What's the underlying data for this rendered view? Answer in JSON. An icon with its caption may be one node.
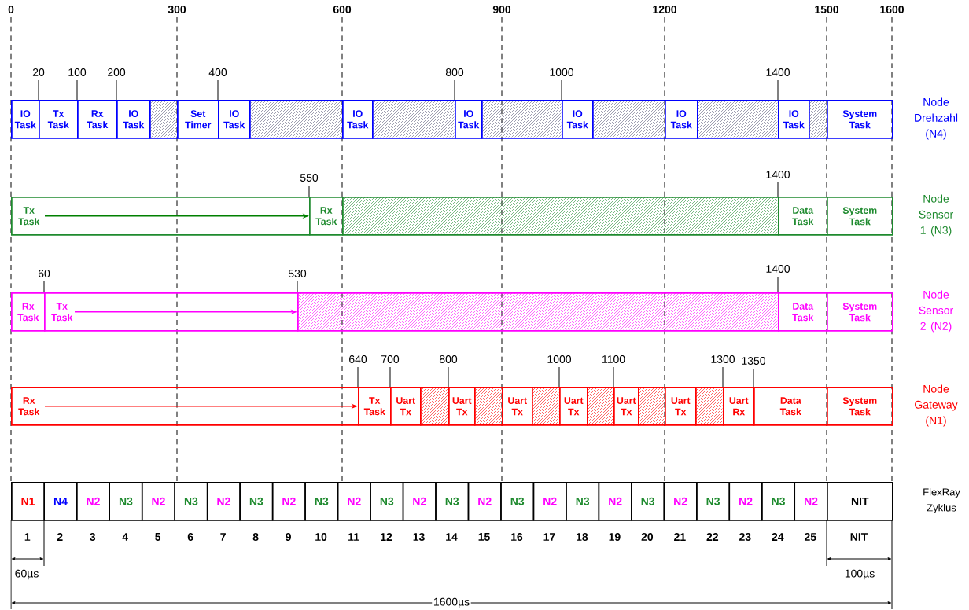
{
  "diagram": {
    "nodes": [
      {
        "text": [
          "Node Drehzahl (N4)"
        ]
      },
      {
        "text": [
          "IO Task"
        ],
        "in": 0
      },
      {
        "text": [
          "Tx Task"
        ],
        "beside": [
          "20"
        ],
        "in": 0
      },
      {
        "text": [
          "Rx Task"
        ],
        "beside": [
          "100"
        ],
        "in": 0
      },
      {
        "text": [
          "IO Task"
        ],
        "beside": [
          "200"
        ],
        "in": 0
      },
      {
        "text": [],
        "shape": "box",
        "in": 0
      },
      {
        "text": [
          "Set Timer"
        ],
        "in": 0
      },
      {
        "text": [
          "IO Task"
        ],
        "beside": [
          "400"
        ],
        "in": 0
      },
      {
        "text": [],
        "shape": "box",
        "in": 0
      },
      {
        "text": [
          "IO Task"
        ],
        "in": 0
      },
      {
        "text": [],
        "shape": "box",
        "in": 0
      },
      {
        "text": [
          "IO Task"
        ],
        "beside": [
          "800"
        ],
        "in": 0
      },
      {
        "text": [],
        "shape": "box",
        "in": 0
      },
      {
        "text": [
          "IO Task"
        ],
        "beside": [
          "1000"
        ],
        "in": 0
      },
      {
        "text": [],
        "shape": "box",
        "in": 0
      },
      {
        "text": [
          "IO Task"
        ],
        "in": 0
      },
      {
        "text": [],
        "shape": "box",
        "in": 0
      },
      {
        "text": [
          "IO Task"
        ],
        "beside": [
          "1400"
        ],
        "in": 0
      },
      {
        "text": [],
        "shape": "box",
        "in": 0
      },
      {
        "text": [
          "System Task"
        ],
        "in": 0
      },
      {
        "text": [
          "Node Sensor 1 (N3)"
        ]
      },
      {
        "text": [
          "Tx Task"
        ],
        "in": 20
      },
      {
        "text": [
          "Rx Task"
        ],
        "beside": [
          "550"
        ],
        "in": 20
      },
      {
        "text": [],
        "shape": "box",
        "in": 20
      },
      {
        "text": [
          "Data Task"
        ],
        "beside": [
          "1400"
        ],
        "in": 20
      },
      {
        "text": [
          "System Task"
        ],
        "in": 20
      },
      {
        "text": [
          "Node Sensor 2 (N2)"
        ]
      },
      {
        "text": [
          "Rx Task"
        ],
        "in": 26
      },
      {
        "text": [
          "Tx Task"
        ],
        "beside": [
          "60"
        ],
        "in": 26
      },
      {
        "text": [],
        "shape": "box",
        "beside": [
          "530"
        ],
        "in": 26
      },
      {
        "text": [
          "Data Task"
        ],
        "beside": [
          "1400"
        ],
        "in": 26
      },
      {
        "text": [
          "System Task"
        ],
        "in": 26
      },
      {
        "text": [
          "Node Gateway (N1)"
        ]
      },
      {
        "text": [
          "Rx Task"
        ],
        "in": 32
      },
      {
        "text": [
          "Tx Task"
        ],
        "beside": [
          "640"
        ],
        "in": 32
      },
      {
        "text": [
          "Uart Tx"
        ],
        "beside": [
          "700"
        ],
        "in": 32
      },
      {
        "text": [],
        "shape": "box",
        "in": 32
      },
      {
        "text": [
          "Uart Tx"
        ],
        "beside": [
          "800"
        ],
        "in": 32
      },
      {
        "text": [],
        "shape": "box",
        "in": 32
      },
      {
        "text": [
          "Uart Tx"
        ],
        "in": 32
      },
      {
        "text": [],
        "shape": "box",
        "in": 32
      },
      {
        "text": [
          "Uart Tx"
        ],
        "beside": [
          "1000"
        ],
        "in": 32
      },
      {
        "text": [],
        "shape": "box",
        "in": 32
      },
      {
        "text": [
          "Uart Tx"
        ],
        "beside": [
          "1100"
        ],
        "in": 32
      },
      {
        "text": [],
        "shape": "box",
        "in": 32
      },
      {
        "text": [
          "Uart Tx"
        ],
        "in": 32
      },
      {
        "text": [],
        "shape": "box",
        "in": 32
      },
      {
        "text": [
          "Uart Rx"
        ],
        "beside": [
          "1300"
        ],
        "in": 32
      },
      {
        "text": [
          "Data Task"
        ],
        "beside": [
          "1350"
        ],
        "in": 32
      },
      {
        "text": [
          "System Task"
        ],
        "in": 32
      },
      {
        "text": [
          "FlexRay Zyklus"
        ]
      },
      {
        "text": [
          "N1"
        ],
        "in": 50
      },
      {
        "text": [
          "N4"
        ],
        "in": 50
      },
      {
        "text": [
          "N2"
        ],
        "in": 50
      },
      {
        "text": [
          "N3"
        ],
        "in": 50
      },
      {
        "text": [
          "N2"
        ],
        "in": 50
      },
      {
        "text": [
          "N3"
        ],
        "in": 50
      },
      {
        "text": [
          "N2"
        ],
        "in": 50
      },
      {
        "text": [
          "N3"
        ],
        "in": 50
      },
      {
        "text": [
          "N2"
        ],
        "in": 50
      },
      {
        "text": [
          "N3"
        ],
        "in": 50
      },
      {
        "text": [
          "N2"
        ],
        "in": 50
      },
      {
        "text": [
          "N3"
        ],
        "in": 50
      },
      {
        "text": [
          "N2"
        ],
        "in": 50
      },
      {
        "text": [
          "N3"
        ],
        "in": 50
      },
      {
        "text": [
          "N2"
        ],
        "in": 50
      },
      {
        "text": [
          "N3"
        ],
        "in": 50
      },
      {
        "text": [
          "N2"
        ],
        "in": 50
      },
      {
        "text": [
          "N3"
        ],
        "in": 50
      },
      {
        "text": [
          "N2"
        ],
        "in": 50
      },
      {
        "text": [
          "N3"
        ],
        "in": 50
      },
      {
        "text": [
          "N2"
        ],
        "in": 50
      },
      {
        "text": [
          "N3"
        ],
        "in": 50
      },
      {
        "text": [
          "N2"
        ],
        "in": 50
      },
      {
        "text": [
          "N3"
        ],
        "in": 50
      },
      {
        "text": [
          "N2"
        ],
        "in": 50
      },
      {
        "text": [
          "NIT"
        ],
        "in": 50
      }
    ],
    "edges": [
      {
        "from": 21,
        "to": 22,
        "arrow": "to",
        "color": "#008000"
      },
      {
        "from": 28,
        "to": 29,
        "arrow": "to",
        "color": "#ff00ff"
      },
      {
        "from": 33,
        "to": 34,
        "arrow": "to",
        "color": "#ff0000"
      }
    ],
    "labels": [
      "0",
      "300",
      "600",
      "900",
      "1200",
      "1500",
      "1600",
      "1",
      "2",
      "3",
      "4",
      "5",
      "6",
      "7",
      "8",
      "9",
      "10",
      "11",
      "12",
      "13",
      "14",
      "15",
      "16",
      "17",
      "18",
      "19",
      "20",
      "21",
      "22",
      "23",
      "24",
      "25",
      "NIT",
      "60µs",
      "100µs",
      "1600µs"
    ]
  }
}
